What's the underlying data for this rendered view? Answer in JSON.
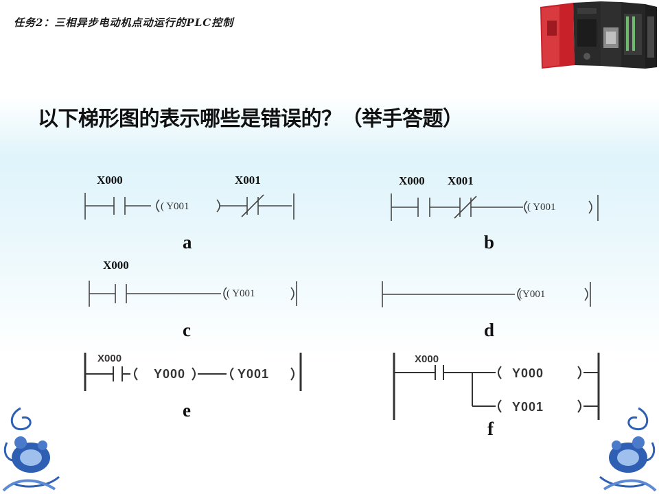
{
  "header": {
    "title": "任务2：三相异步电动机点动运行的PLC控制"
  },
  "question": "以下梯形图的表示哪些是错误的？（举手答题）",
  "diagrams": {
    "a": {
      "label": "a",
      "contacts": [
        "X000",
        "X001"
      ],
      "coil": "( Y001"
    },
    "b": {
      "label": "b",
      "contacts": [
        "X000",
        "X001"
      ],
      "coil": "( Y001"
    },
    "c": {
      "label": "c",
      "contacts": [
        "X000"
      ],
      "coil": "( Y001"
    },
    "d": {
      "label": "d",
      "coil": "(Y001"
    },
    "e": {
      "label": "e",
      "contact": "X000",
      "coil1": "Y000",
      "coil2": "Y001"
    },
    "f": {
      "label": "f",
      "contact": "X000",
      "coil1": "Y000",
      "coil2": "Y001"
    }
  },
  "colors": {
    "background_tint": "#dff4fb",
    "ornament": "#2f5fb3"
  }
}
